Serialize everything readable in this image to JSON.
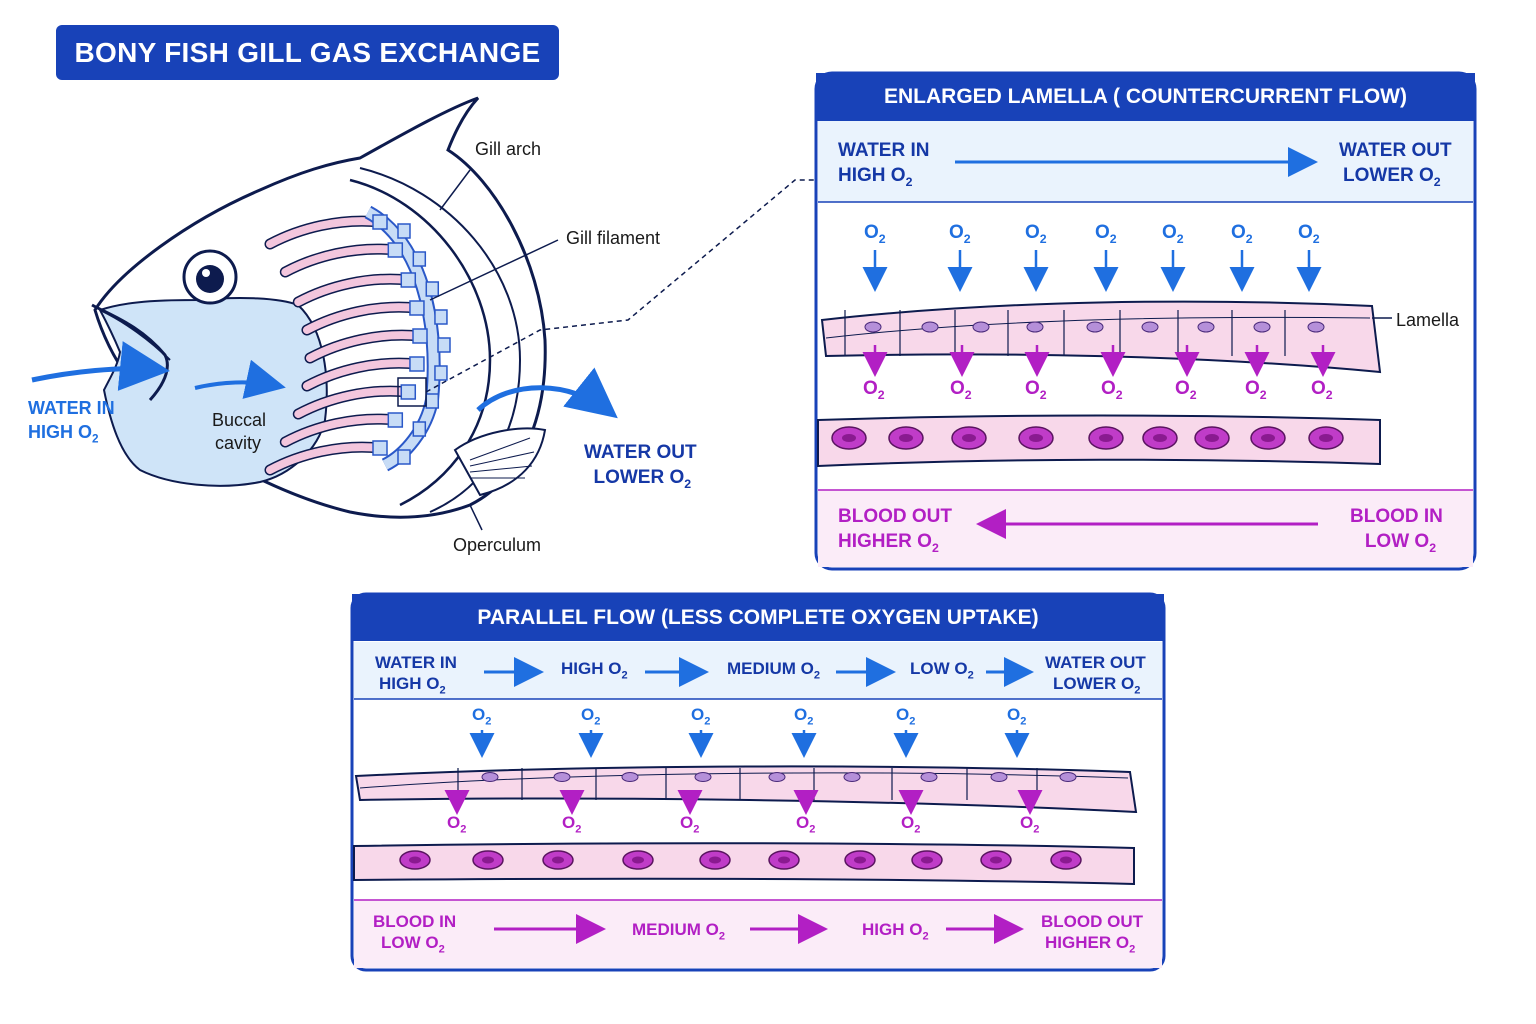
{
  "title": "BONY FISH GILL GAS EXCHANGE",
  "fish": {
    "labels": {
      "gill_arch": "Gill arch",
      "gill_filament": "Gill filament",
      "buccal_line1": "Buccal",
      "buccal_line2": "cavity",
      "operculum": "Operculum"
    },
    "water_in_line1": "WATER IN",
    "water_in_line2": "HIGH O",
    "water_out_line1": "WATER OUT",
    "water_out_line2": "LOWER O"
  },
  "counter": {
    "heading": "ENLARGED LAMELLA ( COUNTERCURRENT FLOW)",
    "water_in_line1": "WATER IN",
    "water_in_line2": "HIGH O",
    "water_out_line1": "WATER OUT",
    "water_out_line2": "LOWER O",
    "o2_label": "O",
    "lamella_label": "Lamella",
    "blood_out_line1": "BLOOD OUT",
    "blood_out_line2": "HIGHER O",
    "blood_in_line1": "BLOOD IN",
    "blood_in_line2": "LOW O"
  },
  "parallel": {
    "heading": "PARALLEL FLOW (LESS COMPLETE OXYGEN UPTAKE)",
    "water_in_line1": "WATER IN",
    "water_in_line2": "HIGH O",
    "water_steps": [
      "HIGH O",
      "MEDIUM O",
      "LOW O"
    ],
    "water_out_line1": "WATER OUT",
    "water_out_line2": "LOWER O",
    "blood_in_line1": "BLOOD IN",
    "blood_in_line2": "LOW O",
    "blood_steps": [
      "MEDIUM O",
      "HIGH O"
    ],
    "blood_out_line1": "BLOOD OUT",
    "blood_out_line2": "HIGHER O",
    "o2_label": "O"
  },
  "subscript": "2",
  "colors": {
    "heading_blue": "#1842b8",
    "water_blue": "#1f6fe0",
    "blood_purple": "#b21fc4",
    "lamella_pink": "#f8d8ea",
    "buccal_blue": "#cfe4f8"
  }
}
